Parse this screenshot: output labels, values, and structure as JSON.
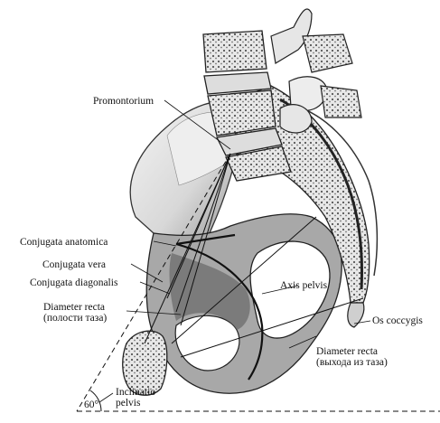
{
  "labels": {
    "promontorium": "Promontorium",
    "conjugata_anatomica": "Conjugata anatomica",
    "conjugata_vera": "Conjugata vera",
    "conjugata_diagonalis": "Conjugata diagonalis",
    "diameter_recta_1": "Diameter recta",
    "diameter_recta_1_sub": "(полости таза)",
    "axis_pelvis": "Axis pelvis",
    "os_coccygis": "Os coccygis",
    "diameter_recta_2": "Diameter recta",
    "diameter_recta_2_sub": "(выхода из таза)",
    "angle": "60°",
    "inclinatio_1": "Inclinatio",
    "inclinatio_2": "pelvis"
  },
  "colors": {
    "ink": "#111111",
    "bone_light": "#d9d9d9",
    "bone_mid": "#9a9a9a",
    "bone_dark": "#3a3a3a"
  }
}
